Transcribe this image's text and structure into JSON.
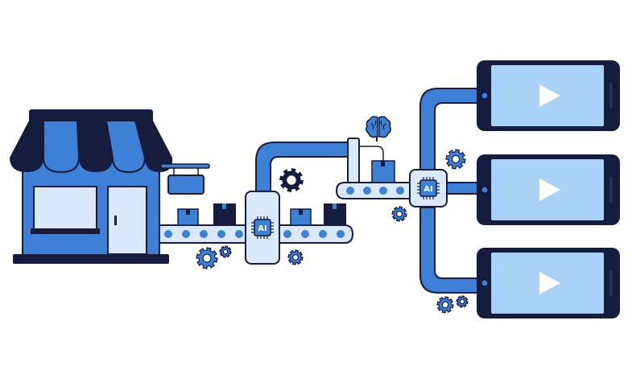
{
  "illustration": {
    "ai_unit_1_label": "AI",
    "ai_unit_2_label": "AI",
    "phone_count": 3,
    "colors": {
      "navy": "#161c3d",
      "blue": "#3d80d6",
      "light": "#d9e9f9",
      "screen": "#a9d1f6",
      "white": "#ffffff"
    },
    "icons": [
      "storefront-icon",
      "box-icon",
      "ai-chip-icon",
      "gear-icon",
      "brain-icon",
      "phone-icon",
      "play-icon"
    ]
  }
}
